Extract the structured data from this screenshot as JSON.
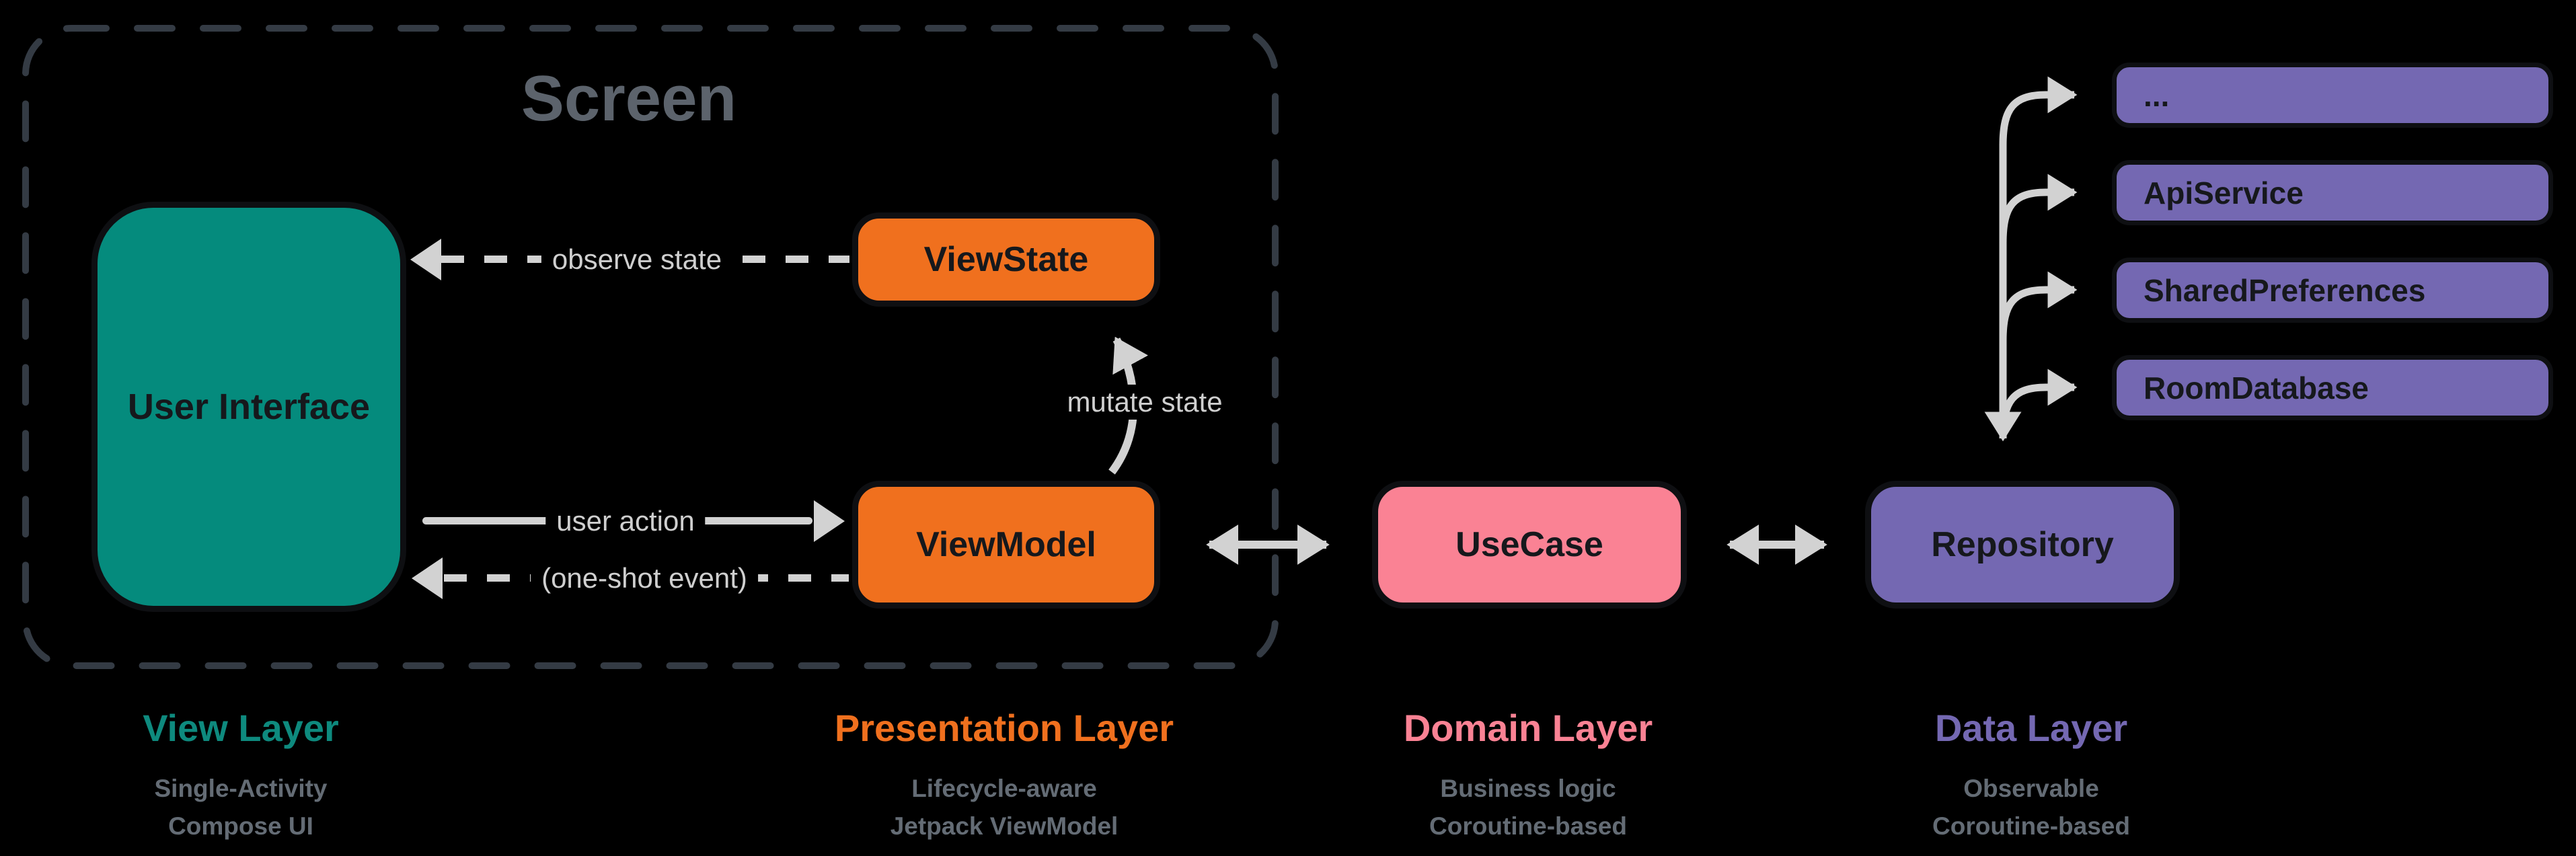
{
  "screen": {
    "title": "Screen"
  },
  "nodes": {
    "user_interface": {
      "label": "User Interface",
      "color": "#058b7d"
    },
    "view_state": {
      "label": "ViewState",
      "color": "#f0701e"
    },
    "view_model": {
      "label": "ViewModel",
      "color": "#f0701e"
    },
    "use_case": {
      "label": "UseCase",
      "color": "#fa8294"
    },
    "repository": {
      "label": "Repository",
      "color": "#7468b2"
    }
  },
  "data_sources": [
    {
      "label": "..."
    },
    {
      "label": "ApiService"
    },
    {
      "label": "SharedPreferences"
    },
    {
      "label": "RoomDatabase"
    }
  ],
  "edges": {
    "observe_state": {
      "label": "observe state",
      "style": "dashed",
      "direction": "viewstate-to-ui"
    },
    "mutate_state": {
      "label": "mutate state",
      "style": "solid",
      "direction": "viewmodel-to-viewstate"
    },
    "user_action": {
      "label": "user action",
      "style": "solid",
      "direction": "ui-to-viewmodel"
    },
    "one_shot_event": {
      "label": "(one-shot event)",
      "style": "dashed",
      "direction": "viewmodel-to-ui"
    },
    "viewmodel_usecase": {
      "style": "solid-bidirectional"
    },
    "usecase_repository": {
      "style": "solid-bidirectional"
    },
    "repository_sources": {
      "style": "solid-branching"
    }
  },
  "layers": [
    {
      "title": "View Layer",
      "color": "#0e8a7e",
      "lines": [
        "Single-Activity",
        "Compose UI"
      ]
    },
    {
      "title": "Presentation Layer",
      "color": "#f0701e",
      "lines": [
        "Lifecycle-aware",
        "Jetpack ViewModel"
      ]
    },
    {
      "title": "Domain Layer",
      "color": "#fa8294",
      "lines": [
        "Business logic",
        "Coroutine-based"
      ]
    },
    {
      "title": "Data Layer",
      "color": "#7468b2",
      "lines": [
        "Observable",
        "Coroutine-based"
      ]
    }
  ],
  "palette": {
    "background": "#000000",
    "arrow_gray": "#d2d2d2",
    "screen_border": "#343b44",
    "screen_title": "#5c636c",
    "sublabel_gray": "#646c75",
    "box_border": "#0e0f12"
  }
}
